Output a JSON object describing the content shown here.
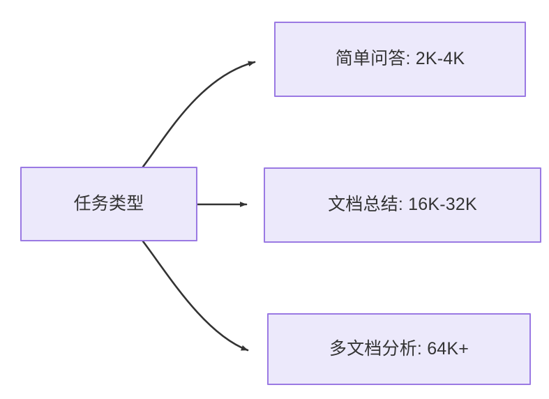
{
  "diagram": {
    "title": "任务类型",
    "type": "flowchart",
    "direction": "left-to-right",
    "background_color": "#ffffff",
    "node_fill_color": "#ece9fb",
    "node_border_color": "#9a79e3",
    "node_text_color": "#333333",
    "edge_color": "#333333",
    "source_node": {
      "id": "task-type",
      "label": "任务类型"
    },
    "target_nodes": [
      {
        "id": "simple-qa",
        "label": "简单问答: 2K-4K",
        "task": "简单问答",
        "range": "2K-4K"
      },
      {
        "id": "doc-summary",
        "label": "文档总结: 16K-32K",
        "task": "文档总结",
        "range": "16K-32K"
      },
      {
        "id": "multi-doc",
        "label": "多文档分析: 64K+",
        "task": "多文档分析",
        "range": "64K+"
      }
    ],
    "edges": [
      {
        "id": "edge-to-simple-qa",
        "from": "任务类型",
        "to": "简单问答: 2K-4K",
        "style": "curved-arrow",
        "label": ""
      },
      {
        "id": "edge-to-doc-summary",
        "from": "任务类型",
        "to": "文档总结: 16K-32K",
        "style": "straight-arrow",
        "label": ""
      },
      {
        "id": "edge-to-multi-doc",
        "from": "任务类型",
        "to": "多文档分析: 64K+",
        "style": "curved-arrow",
        "label": ""
      }
    ]
  }
}
